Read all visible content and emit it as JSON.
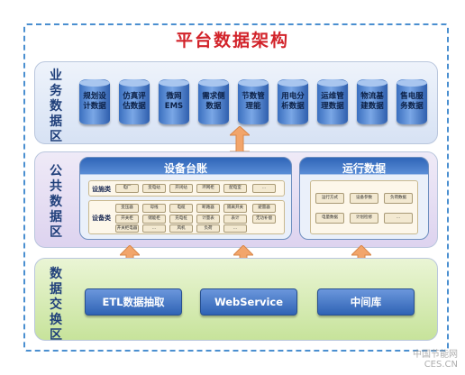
{
  "title": "平台数据架构",
  "sections": {
    "business": "业务数据区",
    "public": "公共数据区",
    "exchange": "数据交换区"
  },
  "business_items": [
    "规划设计数据",
    "仿真评估数据",
    "微网EMS",
    "需求侧数据",
    "节数管理能",
    "用电分析数据",
    "运维管理数据",
    "物流基建数据",
    "售电服务数据"
  ],
  "equipment_ledger": {
    "title": "设备台账",
    "rows": [
      {
        "label": "设施类",
        "items": [
          "电厂",
          "变电站",
          "开闭站",
          "环网柜",
          "配电室",
          "..."
        ]
      },
      {
        "label": "设备类",
        "items": [
          "变压器",
          "母线",
          "电缆",
          "断路器",
          "隔离开关",
          "避雷器",
          "开关柜",
          "储能柜",
          "充电桩",
          "计量表",
          "表计",
          "无功补偿",
          "开关柜电器",
          "...",
          "风机",
          "负荷",
          "..."
        ]
      }
    ]
  },
  "operation_data": {
    "title": "运行数据",
    "items": [
      "运行方式",
      "设备参数",
      "负荷数据",
      "电量数据",
      "计划检修",
      "..."
    ]
  },
  "exchange_items": [
    "ETL数据抽取",
    "WebService",
    "中间库"
  ],
  "watermark": {
    "line1": "中国节能网",
    "line2": "CES.CN"
  },
  "colors": {
    "title": "#d2232a",
    "frame": "#4a8fd0",
    "arrow": "#f2a56b"
  }
}
